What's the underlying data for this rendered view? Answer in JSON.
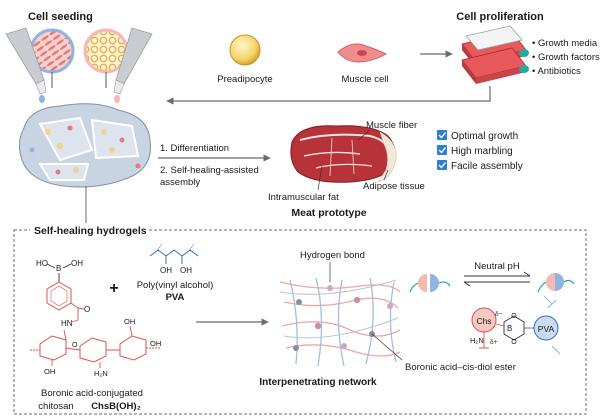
{
  "top": {
    "cell_seeding": "Cell seeding",
    "cell_proliferation": "Cell proliferation",
    "preadipocyte": "Preadipocyte",
    "muscle_cell": "Muscle cell",
    "media_items": [
      "• Growth media",
      "• Growth factors",
      "• Antibiotics"
    ]
  },
  "process": {
    "step1": "1. Differentiation",
    "step2_line1": "2. Self-healing-assisted",
    "step2_line2": "assembly"
  },
  "meat": {
    "muscle_fiber": "Muscle fiber",
    "intramuscular_fat": "Intramuscular fat",
    "adipose_tissue": "Adipose tissue",
    "title": "Meat prototype"
  },
  "benefits": [
    "Optimal growth",
    "High marbling",
    "Facile assembly"
  ],
  "hydrogels": {
    "section_title": "Self-healing hydrogels",
    "ho": "HO",
    "oh_b": "OH",
    "b": "B",
    "hn": "HN",
    "o_amide": "O",
    "plus": "+",
    "pva_oh1": "OH",
    "pva_oh2": "OH",
    "pva_name": "Poly(vinyl alcohol)",
    "pva_abbr": "PVA",
    "chs_oh1": "OH",
    "chs_oh2": "OH",
    "chs_oh3": "OH",
    "chs_nh2": "H₂N",
    "chs_o": "O",
    "chs_name_line1": "Boronic acid-conjugated",
    "chs_name_line2": "chitosan",
    "chs_abbr": "ChsB(OH)₂",
    "hydrogen_bond": "Hydrogen bond",
    "network": "Interpenetrating network",
    "neutral_ph": "Neutral pH",
    "ester": "Boronic acid–cis-diol ester",
    "chs_tag": "Chs",
    "pva_tag": "PVA",
    "ester_b": "B",
    "ester_o1": "O",
    "ester_o2": "O",
    "delta_minus": "δ−",
    "delta_plus": "δ+",
    "h2n": "H₂N"
  },
  "colors": {
    "muscle": "#e4797b",
    "fat": "#f3d38a",
    "meat": "#b8323a",
    "pink": "#f4b9b2",
    "blue": "#8fb4dd",
    "check": "#2d7fd3",
    "chs_red": "#d9534f",
    "teal": "#2aa7a1"
  }
}
